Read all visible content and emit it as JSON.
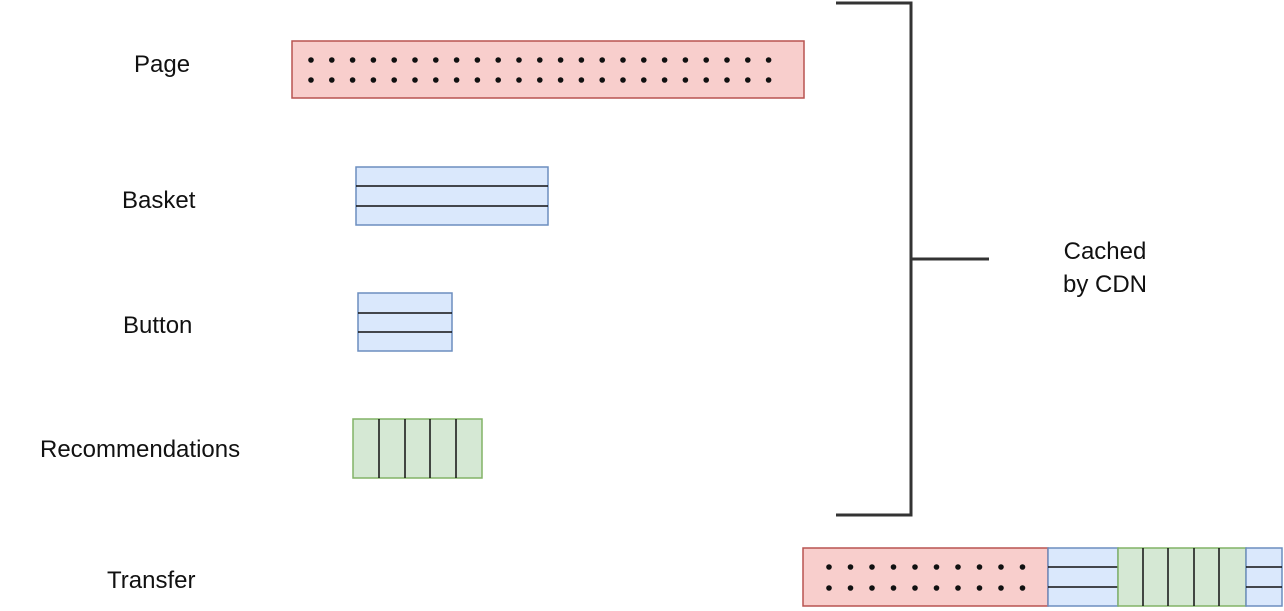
{
  "rows": [
    {
      "id": "page",
      "label": "Page"
    },
    {
      "id": "basket",
      "label": "Basket"
    },
    {
      "id": "button",
      "label": "Button"
    },
    {
      "id": "recommendations",
      "label": "Recommendations"
    },
    {
      "id": "transfer",
      "label": "Transfer"
    }
  ],
  "bracket_label": {
    "line1": "Cached",
    "line2": "by CDN"
  },
  "colors": {
    "page_fill": "#f8cecc",
    "page_stroke": "#b85450",
    "fragment_fill": "#dae8fc",
    "fragment_stroke": "#6c8ebf",
    "recs_fill": "#d5e8d4",
    "recs_stroke": "#82b366",
    "ink": "#111111",
    "bracket": "#333333"
  }
}
